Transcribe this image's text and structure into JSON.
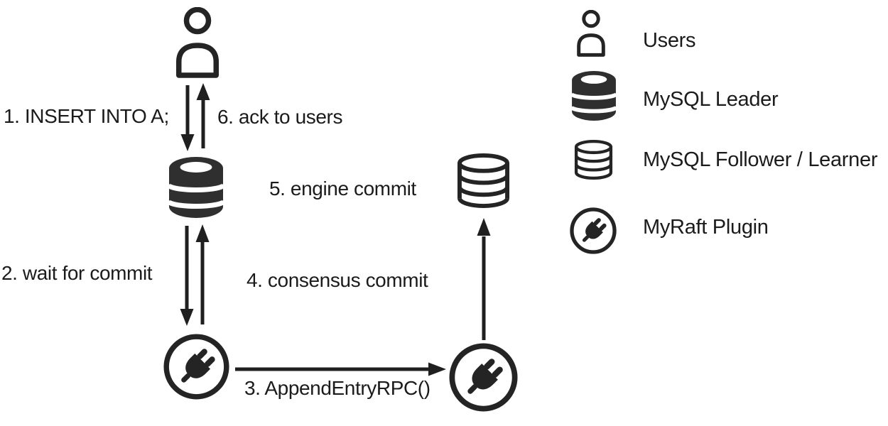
{
  "diagram": {
    "description": "MySQL MyRaft replication commit flow",
    "flow": {
      "step1": "1. INSERT INTO A;",
      "step2": "2. wait for commit",
      "step3": "3. AppendEntryRPC()",
      "step4": "4. consensus commit",
      "step5": "5. engine commit",
      "step6": "6. ack to users"
    }
  },
  "legend": {
    "items": [
      {
        "icon": "user-icon",
        "label": "Users"
      },
      {
        "icon": "database-filled-icon",
        "label": "MySQL Leader"
      },
      {
        "icon": "database-outline-icon",
        "label": "MySQL Follower / Learner"
      },
      {
        "icon": "plug-icon",
        "label": "MyRaft Plugin"
      }
    ]
  },
  "colors": {
    "background": "#ffffff",
    "icon": "#242424",
    "database_filled": "#2f2f2f",
    "text": "#1b1b1b",
    "arrow": "#1f1f1f"
  }
}
